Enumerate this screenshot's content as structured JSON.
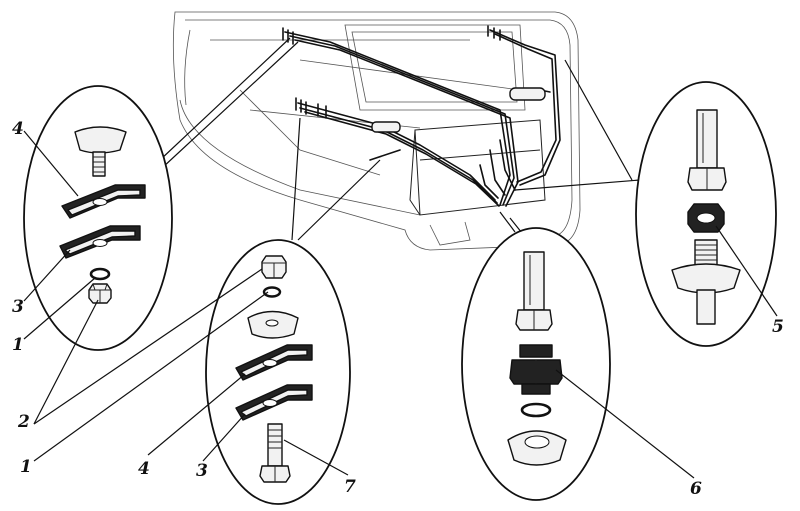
{
  "figure": {
    "callouts": [
      {
        "id": "c4a",
        "text": "4"
      },
      {
        "id": "c3a",
        "text": "3"
      },
      {
        "id": "c1a",
        "text": "1"
      },
      {
        "id": "c2",
        "text": "2"
      },
      {
        "id": "c1b",
        "text": "1"
      },
      {
        "id": "c4b",
        "text": "4"
      },
      {
        "id": "c3b",
        "text": "3"
      },
      {
        "id": "c7",
        "text": "7"
      },
      {
        "id": "c6",
        "text": "6"
      },
      {
        "id": "c5",
        "text": "5"
      }
    ]
  }
}
